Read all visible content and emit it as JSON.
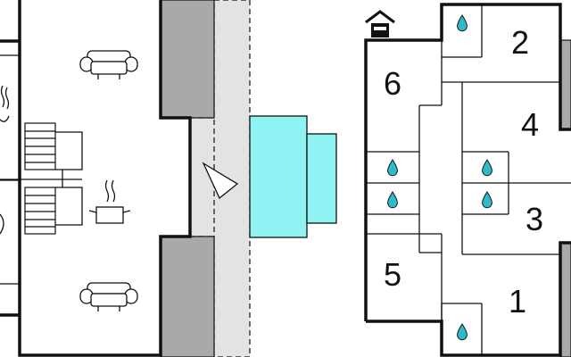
{
  "colors": {
    "wall": "#111111",
    "gray_block": "#a9a9a9",
    "terrace": "#e3e3e3",
    "pool": "#8ff3f3",
    "background": "#ffffff"
  },
  "rooms": [
    {
      "id": "room-6",
      "label": "6"
    },
    {
      "id": "room-2",
      "label": "2"
    },
    {
      "id": "room-4",
      "label": "4"
    },
    {
      "id": "room-3",
      "label": "3"
    },
    {
      "id": "room-5",
      "label": "5"
    },
    {
      "id": "room-1",
      "label": "1"
    }
  ],
  "icons": [
    "sofa-icon",
    "stove-icon",
    "cooking-pot-icon",
    "water-drop-icon",
    "house-icon",
    "stairs-icon",
    "compass-arrow-icon"
  ]
}
